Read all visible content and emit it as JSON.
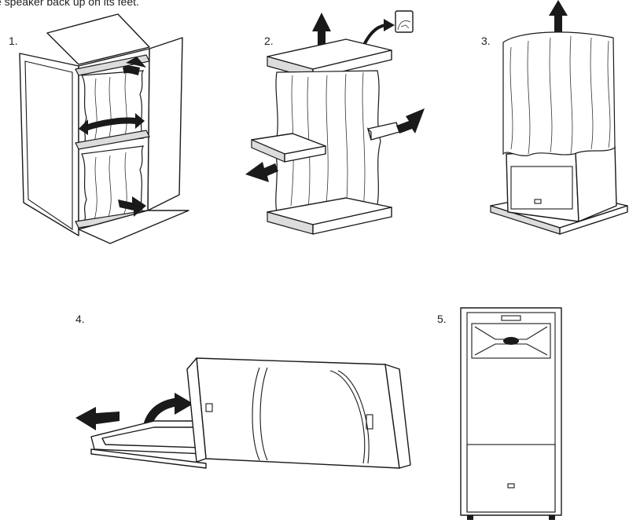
{
  "caption": "e speaker back up on its feet.",
  "steps": [
    {
      "label": "1."
    },
    {
      "label": "2."
    },
    {
      "label": "3."
    },
    {
      "label": "4."
    },
    {
      "label": "5."
    }
  ],
  "colors": {
    "ink": "#1a1a1a",
    "paper": "#ffffff",
    "shade": "#dcdcdc"
  }
}
